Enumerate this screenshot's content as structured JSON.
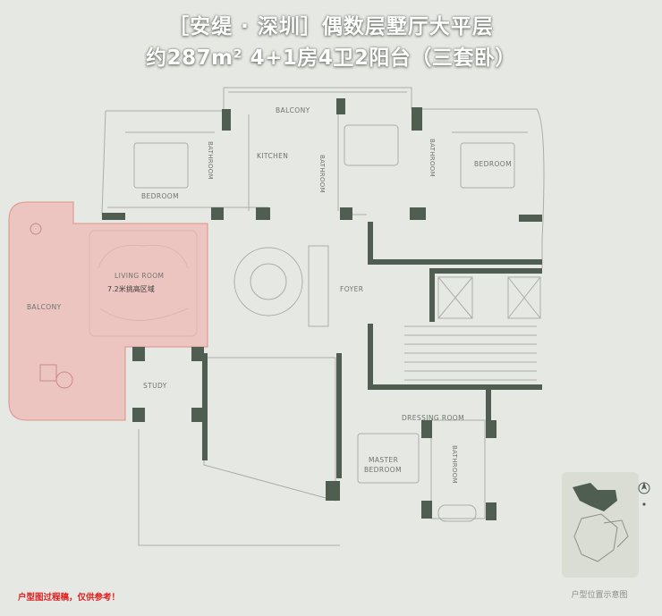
{
  "title": {
    "line1": "［安缇 · 深圳］偶数层墅厅大平层",
    "line2": "约287m² 4+1房4卫2阳台（三套卧）"
  },
  "rooms": {
    "balcony_top": "BALCONY",
    "kitchen": "KITCHEN",
    "bedroom_left": "BEDROOM",
    "bedroom_right": "BEDROOM",
    "bathroom_1": "BATHROOM",
    "bathroom_2": "BATHROOM",
    "bathroom_3": "BATHROOM",
    "bathroom_master": "BATHROOM",
    "living_room": "LIVING ROOM",
    "double_height_note": "7.2米挑高区域",
    "balcony_left": "BALCONY",
    "foyer": "FOYER",
    "study": "STUDY",
    "dressing_room": "DRESSING ROOM",
    "master_bedroom_line1": "MASTER",
    "master_bedroom_line2": "BEDROOM"
  },
  "disclaimer": "户型图过程稿，仅供参考！",
  "keyplan_caption": "户型位置示意图",
  "colors": {
    "background": "#e6e8e3",
    "wall": "#4f5e50",
    "line": "#a9aea8",
    "highlight": "#f0b7b3",
    "disclaimer": "#e02020"
  }
}
